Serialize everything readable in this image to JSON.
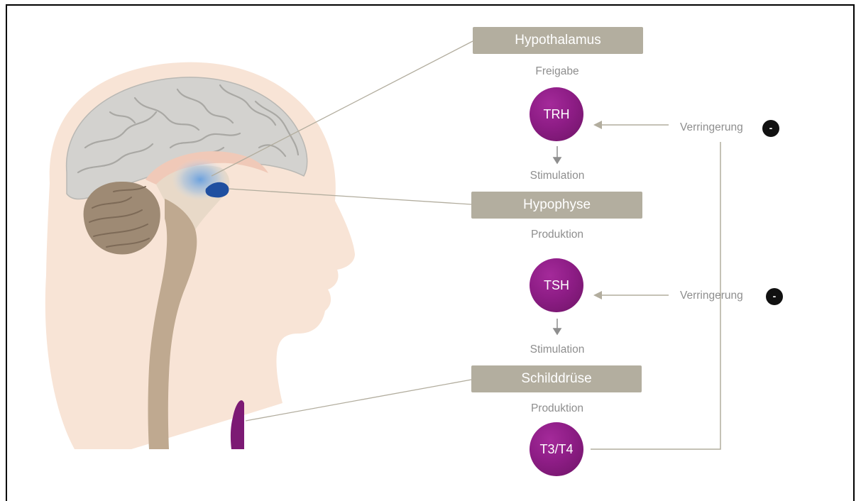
{
  "organs": {
    "hypothalamus": "Hypothalamus",
    "hypophyse": "Hypophyse",
    "schilddruese": "Schilddrüse"
  },
  "steps": {
    "freigabe": "Freigabe",
    "stimulation_1": "Stimulation",
    "produktion_1": "Produktion",
    "stimulation_2": "Stimulation",
    "produktion_2": "Produktion"
  },
  "hormones": {
    "trh": "TRH",
    "tsh": "TSH",
    "t3t4": "T3/T4"
  },
  "feedback": {
    "label_1": "Verringerung",
    "label_2": "Verringerung",
    "sign": "-"
  },
  "colors": {
    "organ_box": "#b3ae9f",
    "hormone": "#8e1d86",
    "skin": "#f8e4d6",
    "brain": "#d3d2cf",
    "cerebellum": "#9e8a74",
    "pituitary": "#1f4fa0"
  }
}
